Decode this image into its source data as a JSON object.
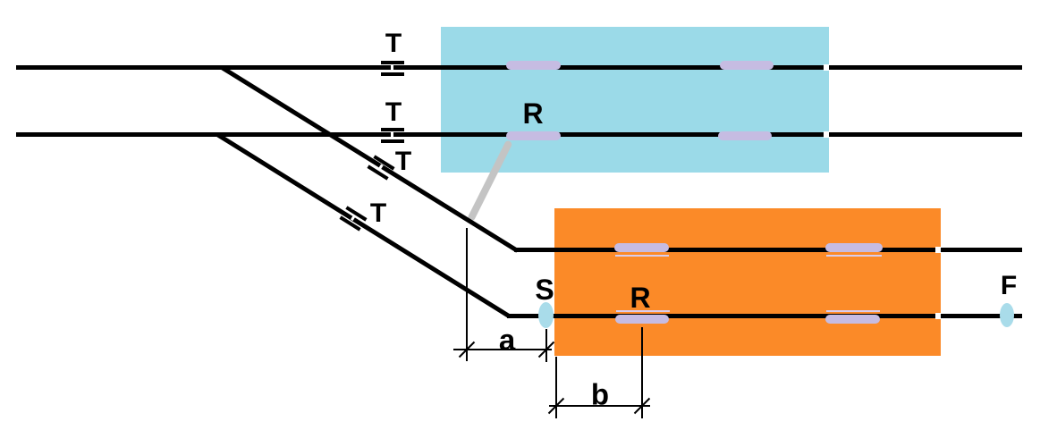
{
  "diagram": {
    "labels": {
      "t_track1": "T",
      "t_track2": "T",
      "t_crossover1": "T",
      "t_crossover2": "T",
      "r_upper": "R",
      "r_lower": "R",
      "s_marker": "S",
      "f_marker": "F",
      "dim_a": "a",
      "dim_b": "b"
    },
    "colors": {
      "upper_section": "#9bdae8",
      "lower_section": "#fb8a28",
      "sensor": "#c6bce2",
      "sensor_line": "#d9cdec",
      "marker": "#a9dcea",
      "leader": "#c4c4c4",
      "ink": "#000000",
      "background": "#ffffff"
    }
  }
}
